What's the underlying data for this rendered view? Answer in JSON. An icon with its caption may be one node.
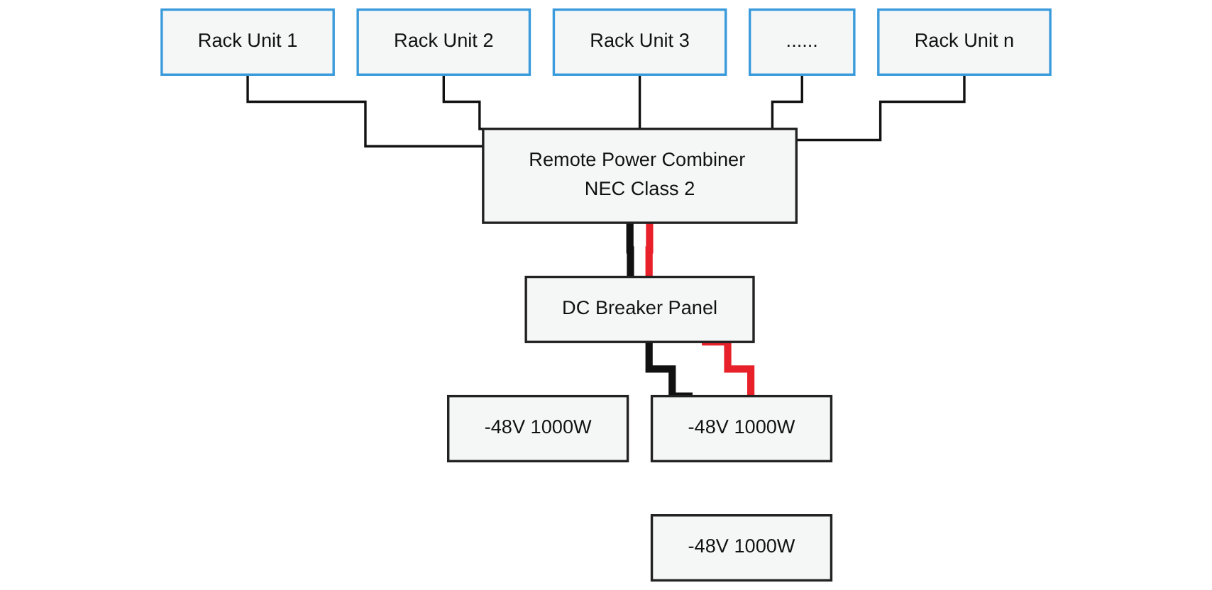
{
  "diagram": {
    "nodes": [
      {
        "text": [
          "Rack Unit 1"
        ]
      },
      {
        "text": [
          "Rack Unit 2"
        ]
      },
      {
        "text": [
          "Rack Unit 3"
        ]
      },
      {
        "text": [
          "......"
        ]
      },
      {
        "text": [
          "Rack Unit n"
        ]
      },
      {
        "text": [
          "Remote Power Combiner NEC Class 2"
        ]
      },
      {
        "text": [
          "DC Breaker Panel"
        ]
      },
      {
        "text": [
          "-48V 1000W"
        ]
      },
      {
        "text": [
          "-48V 1000W"
        ]
      },
      {
        "text": [
          "-48V 1000W"
        ]
      }
    ],
    "edges": [
      {
        "from": 0,
        "to": 5,
        "arrow": "none"
      },
      {
        "from": 1,
        "to": 5,
        "arrow": "none"
      },
      {
        "from": 2,
        "to": 5,
        "arrow": "none"
      },
      {
        "from": 3,
        "to": 5,
        "arrow": "none"
      },
      {
        "from": 4,
        "to": 5,
        "arrow": "none"
      },
      {
        "from": 5,
        "to": 6,
        "arrow": "none",
        "style": "thick"
      },
      {
        "from": 5,
        "to": 6,
        "arrow": "none",
        "style": "thick",
        "color": "#e8202a"
      },
      {
        "from": 6,
        "to": 8,
        "arrow": "none",
        "style": "thick"
      },
      {
        "from": 6,
        "to": 8,
        "arrow": "none",
        "style": "thick",
        "color": "#e8202a"
      }
    ]
  }
}
